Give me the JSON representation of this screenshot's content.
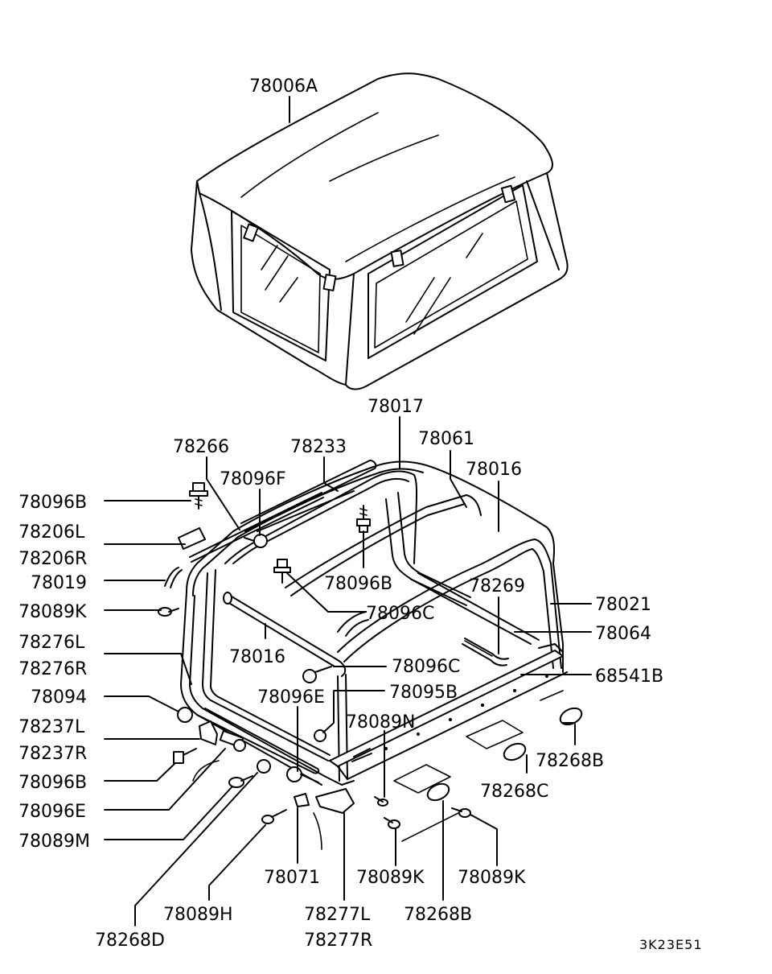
{
  "diagram_code": "3K23E51",
  "labels": {
    "top_78006A": "78006A",
    "78017": "78017",
    "78266": "78266",
    "78233": "78233",
    "78061": "78061",
    "78016_top": "78016",
    "78096F": "78096F",
    "78096B_left": "78096B",
    "78206L": "78206L",
    "78206R": "78206R",
    "78019": "78019",
    "78096B_mid": "78096B",
    "78089K_left": "78089K",
    "78269": "78269",
    "78021": "78021",
    "78096C_mid": "78096C",
    "78064": "78064",
    "78276L": "78276L",
    "78276R": "78276R",
    "78016_mid": "78016",
    "78096C_low": "78096C",
    "68541B": "68541B",
    "78094": "78094",
    "78096E_mid": "78096E",
    "78095B": "78095B",
    "78089N": "78089N",
    "78237L": "78237L",
    "78237R": "78237R",
    "78268B_right": "78268B",
    "78096B_low": "78096B",
    "78268C": "78268C",
    "78096E_low": "78096E",
    "78089M": "78089M",
    "78071": "78071",
    "78089K_mid": "78089K",
    "78089K_right": "78089K",
    "78089H": "78089H",
    "78277L": "78277L",
    "78268B_bottom": "78268B",
    "78268D": "78268D",
    "78277R": "78277R"
  }
}
